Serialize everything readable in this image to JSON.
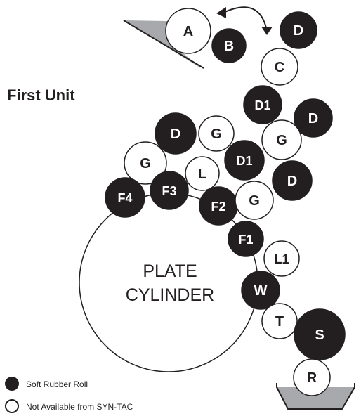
{
  "title": "First Unit",
  "plate_cylinder": {
    "line1": "PLATE",
    "line2": "CYLINDER"
  },
  "legend": {
    "soft": "Soft Rubber Roll",
    "not_available": "Not Available from SYN-TAC"
  },
  "colors": {
    "dark": "#231f20",
    "light": "#ffffff",
    "pan": "#a7a9ac"
  },
  "rollers": [
    {
      "id": "A",
      "label": "A",
      "type": "light"
    },
    {
      "id": "B",
      "label": "B",
      "type": "dark"
    },
    {
      "id": "D-top",
      "label": "D",
      "type": "dark"
    },
    {
      "id": "C",
      "label": "C",
      "type": "light"
    },
    {
      "id": "D1-upper",
      "label": "D1",
      "type": "dark"
    },
    {
      "id": "D-right",
      "label": "D",
      "type": "dark"
    },
    {
      "id": "G-right",
      "label": "G",
      "type": "light"
    },
    {
      "id": "D-left",
      "label": "D",
      "type": "dark"
    },
    {
      "id": "G-upper",
      "label": "G",
      "type": "light"
    },
    {
      "id": "D1-lower",
      "label": "D1",
      "type": "dark"
    },
    {
      "id": "G-left",
      "label": "G",
      "type": "light"
    },
    {
      "id": "L",
      "label": "L",
      "type": "light"
    },
    {
      "id": "D-mid-right",
      "label": "D",
      "type": "dark"
    },
    {
      "id": "F4",
      "label": "F4",
      "type": "dark"
    },
    {
      "id": "F3",
      "label": "F3",
      "type": "dark"
    },
    {
      "id": "F2",
      "label": "F2",
      "type": "dark"
    },
    {
      "id": "G-lower",
      "label": "G",
      "type": "light"
    },
    {
      "id": "F1",
      "label": "F1",
      "type": "dark"
    },
    {
      "id": "L1",
      "label": "L1",
      "type": "light"
    },
    {
      "id": "W",
      "label": "W",
      "type": "dark"
    },
    {
      "id": "T",
      "label": "T",
      "type": "light"
    },
    {
      "id": "S",
      "label": "S",
      "type": "dark"
    },
    {
      "id": "R",
      "label": "R",
      "type": "light"
    }
  ]
}
